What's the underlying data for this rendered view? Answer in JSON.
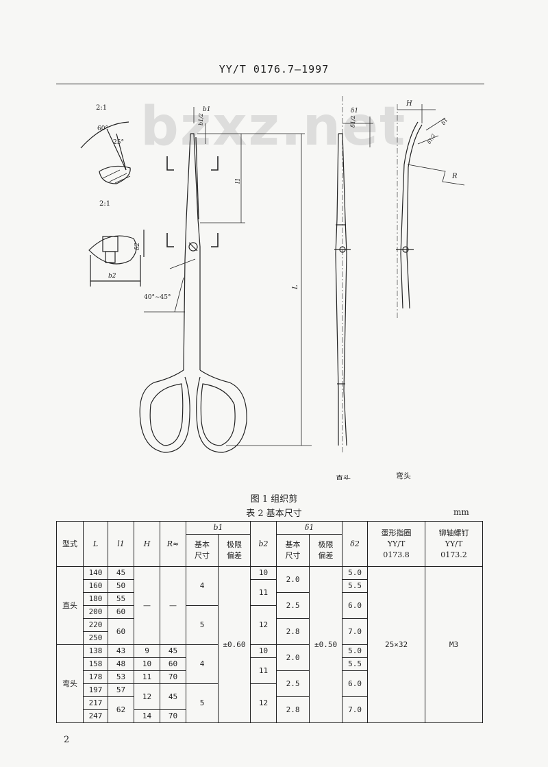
{
  "header": {
    "standard_no": "YY/T 0176.7—1997"
  },
  "watermark": "bzxz.net",
  "figure": {
    "scale_a": "2:1",
    "scale_b": "2:1",
    "angle_60": "60°",
    "angle_25": "25°",
    "angle_range": "40°~45°",
    "dim_b1": "b1",
    "dim_b1_half": "b1/2",
    "dim_delta1": "δ1",
    "dim_delta1_half": "δ1/2",
    "dim_l1": "l1",
    "dim_L": "L",
    "dim_H": "H",
    "dim_R": "R",
    "dim_delta2": "δ2",
    "dim_b2": "b2",
    "label_straight": "直头",
    "label_curved": "弯头",
    "caption": "图 1 组织剪"
  },
  "table": {
    "caption": "表 2 基本尺寸",
    "unit": "mm",
    "headers": {
      "type": "型式",
      "L": "L",
      "l1": "l1",
      "H": "H",
      "R": "R≈",
      "b1": "b1",
      "b2": "b2",
      "delta1": "δ1",
      "delta2": "δ2",
      "basic_1": "基本",
      "basic_2": "尺寸",
      "limit_1": "极限",
      "limit_2": "偏差",
      "ring_1": "蛋形指圈",
      "ring_2": "YY/T",
      "ring_3": "0173.8",
      "screw_1": "铆轴螺钉",
      "screw_2": "YY/T",
      "screw_3": "0173.2"
    },
    "straight": {
      "type": "直头",
      "L": [
        "140",
        "160",
        "180",
        "200",
        "220",
        "250"
      ],
      "l1": [
        "45",
        "50",
        "55",
        "60",
        "60"
      ],
      "H": "—",
      "R": "—",
      "b1": [
        "4",
        "5"
      ],
      "b2": [
        "10",
        "11",
        "12"
      ],
      "d1": [
        "2.0",
        "2.5",
        "2.8"
      ],
      "d2": [
        "5.0",
        "5.5",
        "6.0",
        "7.0"
      ]
    },
    "curved": {
      "type": "弯头",
      "L": [
        "138",
        "158",
        "178",
        "197",
        "217",
        "247"
      ],
      "l1": [
        "43",
        "48",
        "53",
        "57",
        "62"
      ],
      "H": [
        "9",
        "10",
        "11",
        "12",
        "14"
      ],
      "R": [
        "45",
        "60",
        "70",
        "45",
        "70"
      ],
      "b1": [
        "4",
        "5"
      ],
      "b2": [
        "10",
        "11",
        "12"
      ],
      "d1": [
        "2.0",
        "2.5",
        "2.8"
      ],
      "d2": [
        "5.0",
        "5.5",
        "6.0",
        "7.0"
      ]
    },
    "b1_tol": "±0.60",
    "d1_tol": "±0.50",
    "ring": "25×32",
    "screw": "M3"
  },
  "page_number": "2"
}
